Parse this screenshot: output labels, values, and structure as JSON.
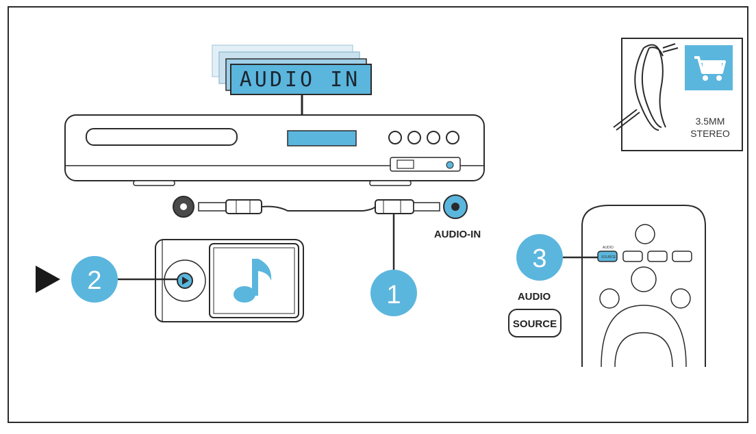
{
  "display": {
    "text": "AUDIO IN"
  },
  "player": {
    "jack_label": "AUDIO-IN"
  },
  "steps": [
    {
      "number": "1"
    },
    {
      "number": "2"
    },
    {
      "number": "3"
    }
  ],
  "cable_kit": {
    "line1": "3.5MM",
    "line2": "STEREO",
    "icon": "shopping-cart-icon"
  },
  "remote": {
    "tiny_label_1": "AUDIO",
    "tiny_label_2": "SOURCE",
    "side_label": "AUDIO",
    "source_button": "SOURCE"
  },
  "colors": {
    "accent": "#5bb6dd",
    "line": "#2a2a2a"
  }
}
